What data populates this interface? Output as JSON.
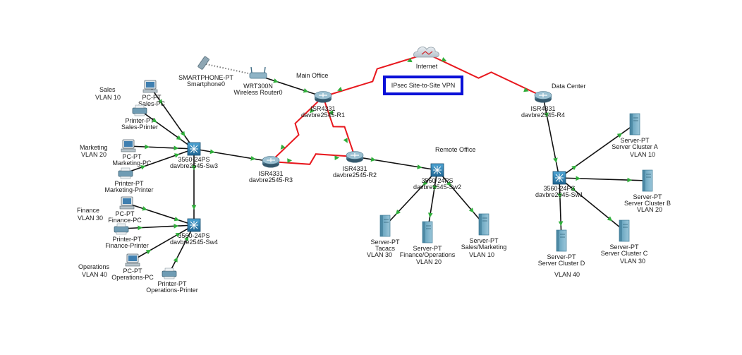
{
  "vpn_label": "IPsec Site-to-Site VPN",
  "colors": {
    "wan_link": "#e8181e",
    "lan_link": "#111111",
    "link_light": "#2fae3a",
    "vpn_border": "#0a10d8",
    "switch": "#2a7fb2",
    "router": "#4d7e96"
  },
  "areas": {
    "main_office": "Main Office",
    "data_center": "Data Center",
    "remote_office": "Remote Office",
    "internet": "Internet",
    "sales": [
      "Sales",
      "VLAN 10"
    ],
    "marketing": [
      "Marketing",
      "VLAN 20"
    ],
    "finance": [
      "Finance",
      "VLAN 30"
    ],
    "operations": [
      "Operations",
      "VLAN 40"
    ],
    "vlan_labels": [
      "VLAN 30",
      "VLAN 20",
      "VLAN 10",
      "VLAN 10",
      "VLAN 20",
      "VLAN 30",
      "VLAN 40"
    ]
  },
  "devices": [
    {
      "id": "internet",
      "icon": "cloud-icon",
      "lines": [
        "Internet"
      ]
    },
    {
      "id": "r1",
      "icon": "router-icon",
      "lines": [
        "ISR4331",
        "davbre2545-R1"
      ]
    },
    {
      "id": "r2",
      "icon": "router-icon",
      "lines": [
        "ISR4331",
        "davbre2545-R2"
      ]
    },
    {
      "id": "r3",
      "icon": "router-icon",
      "lines": [
        "ISR4331",
        "davbre2545-R3"
      ]
    },
    {
      "id": "r4",
      "icon": "router-icon",
      "lines": [
        "ISR4331",
        "davbre2545-R4"
      ]
    },
    {
      "id": "wrt",
      "icon": "wireless-router-icon",
      "lines": [
        "WRT300N",
        "Wireless Router0"
      ]
    },
    {
      "id": "phone",
      "icon": "smartphone-icon",
      "lines": [
        "SMARTPHONE-PT",
        "Smartphone0"
      ]
    },
    {
      "id": "sw3",
      "icon": "switch-icon",
      "lines": [
        "3560-24PS",
        "davbre2545-Sw3"
      ]
    },
    {
      "id": "sw4",
      "icon": "switch-icon",
      "lines": [
        "3560-24PS",
        "davbre2545-Sw4"
      ]
    },
    {
      "id": "sw2",
      "icon": "switch-icon",
      "lines": [
        "3560-24PS",
        "davbre2545-Sw2"
      ]
    },
    {
      "id": "swdc",
      "icon": "switch-icon",
      "lines": [
        "3560-24PS",
        "davbre2545-Sw1"
      ]
    },
    {
      "id": "salespc",
      "icon": "pc-icon",
      "lines": [
        "PC-PT",
        "Sales-PC"
      ]
    },
    {
      "id": "salesprn",
      "icon": "printer-icon",
      "lines": [
        "Printer-PT",
        "Sales-Printer"
      ]
    },
    {
      "id": "mktpc",
      "icon": "pc-icon",
      "lines": [
        "PC-PT",
        "Marketing-PC"
      ]
    },
    {
      "id": "mktprn",
      "icon": "printer-icon",
      "lines": [
        "Printer-PT",
        "Marketing-Printer"
      ]
    },
    {
      "id": "finpc",
      "icon": "pc-icon",
      "lines": [
        "PC-PT",
        "Finance-PC"
      ]
    },
    {
      "id": "finprn",
      "icon": "printer-icon",
      "lines": [
        "Printer-PT",
        "Finance-Printer"
      ]
    },
    {
      "id": "oppc",
      "icon": "pc-icon",
      "lines": [
        "PC-PT",
        "Operations-PC"
      ]
    },
    {
      "id": "opprn",
      "icon": "printer-icon",
      "lines": [
        "Printer-PT",
        "Operations-Printer"
      ]
    },
    {
      "id": "srv_tacacs",
      "icon": "server-icon",
      "lines": [
        "Server-PT",
        "Tacacs"
      ]
    },
    {
      "id": "srv_finops",
      "icon": "server-icon",
      "lines": [
        "Server-PT",
        "Finance/Operations"
      ]
    },
    {
      "id": "srv_salesmkt",
      "icon": "server-icon",
      "lines": [
        "Server-PT",
        "Sales/Marketing"
      ]
    },
    {
      "id": "srv_a",
      "icon": "server-icon",
      "lines": [
        "Server-PT",
        "Server Cluster A"
      ]
    },
    {
      "id": "srv_b",
      "icon": "server-icon",
      "lines": [
        "Server-PT",
        "Server Cluster B"
      ]
    },
    {
      "id": "srv_c",
      "icon": "server-icon",
      "lines": [
        "Server-PT",
        "Server Cluster C"
      ]
    },
    {
      "id": "srv_d",
      "icon": "server-icon",
      "lines": [
        "Server-PT",
        "Server Cluster D"
      ]
    }
  ],
  "links": [
    {
      "from": "internet",
      "to": "r1",
      "kind": "wan"
    },
    {
      "from": "internet",
      "to": "r4",
      "kind": "wan"
    },
    {
      "from": "r1",
      "to": "r3",
      "kind": "wan"
    },
    {
      "from": "r1",
      "to": "r2",
      "kind": "wan"
    },
    {
      "from": "r3",
      "to": "r2",
      "kind": "wan"
    },
    {
      "from": "phone",
      "to": "wrt",
      "kind": "wireless"
    },
    {
      "from": "wrt",
      "to": "r1",
      "kind": "lan"
    },
    {
      "from": "sw3",
      "to": "r3",
      "kind": "lan"
    },
    {
      "from": "r2",
      "to": "sw2",
      "kind": "lan"
    },
    {
      "from": "r4",
      "to": "swdc",
      "kind": "lan"
    },
    {
      "from": "sw3",
      "to": "sw4",
      "kind": "lan"
    },
    {
      "from": "salespc",
      "to": "sw3",
      "kind": "lan"
    },
    {
      "from": "salesprn",
      "to": "sw3",
      "kind": "lan"
    },
    {
      "from": "mktpc",
      "to": "sw3",
      "kind": "lan"
    },
    {
      "from": "mktprn",
      "to": "sw3",
      "kind": "lan"
    },
    {
      "from": "finpc",
      "to": "sw4",
      "kind": "lan"
    },
    {
      "from": "finprn",
      "to": "sw4",
      "kind": "lan"
    },
    {
      "from": "oppc",
      "to": "sw4",
      "kind": "lan"
    },
    {
      "from": "opprn",
      "to": "sw4",
      "kind": "lan"
    },
    {
      "from": "sw2",
      "to": "srv_tacacs",
      "kind": "lan"
    },
    {
      "from": "sw2",
      "to": "srv_finops",
      "kind": "lan"
    },
    {
      "from": "sw2",
      "to": "srv_salesmkt",
      "kind": "lan"
    },
    {
      "from": "swdc",
      "to": "srv_a",
      "kind": "lan"
    },
    {
      "from": "swdc",
      "to": "srv_b",
      "kind": "lan"
    },
    {
      "from": "swdc",
      "to": "srv_c",
      "kind": "lan"
    },
    {
      "from": "swdc",
      "to": "srv_d",
      "kind": "lan"
    }
  ]
}
